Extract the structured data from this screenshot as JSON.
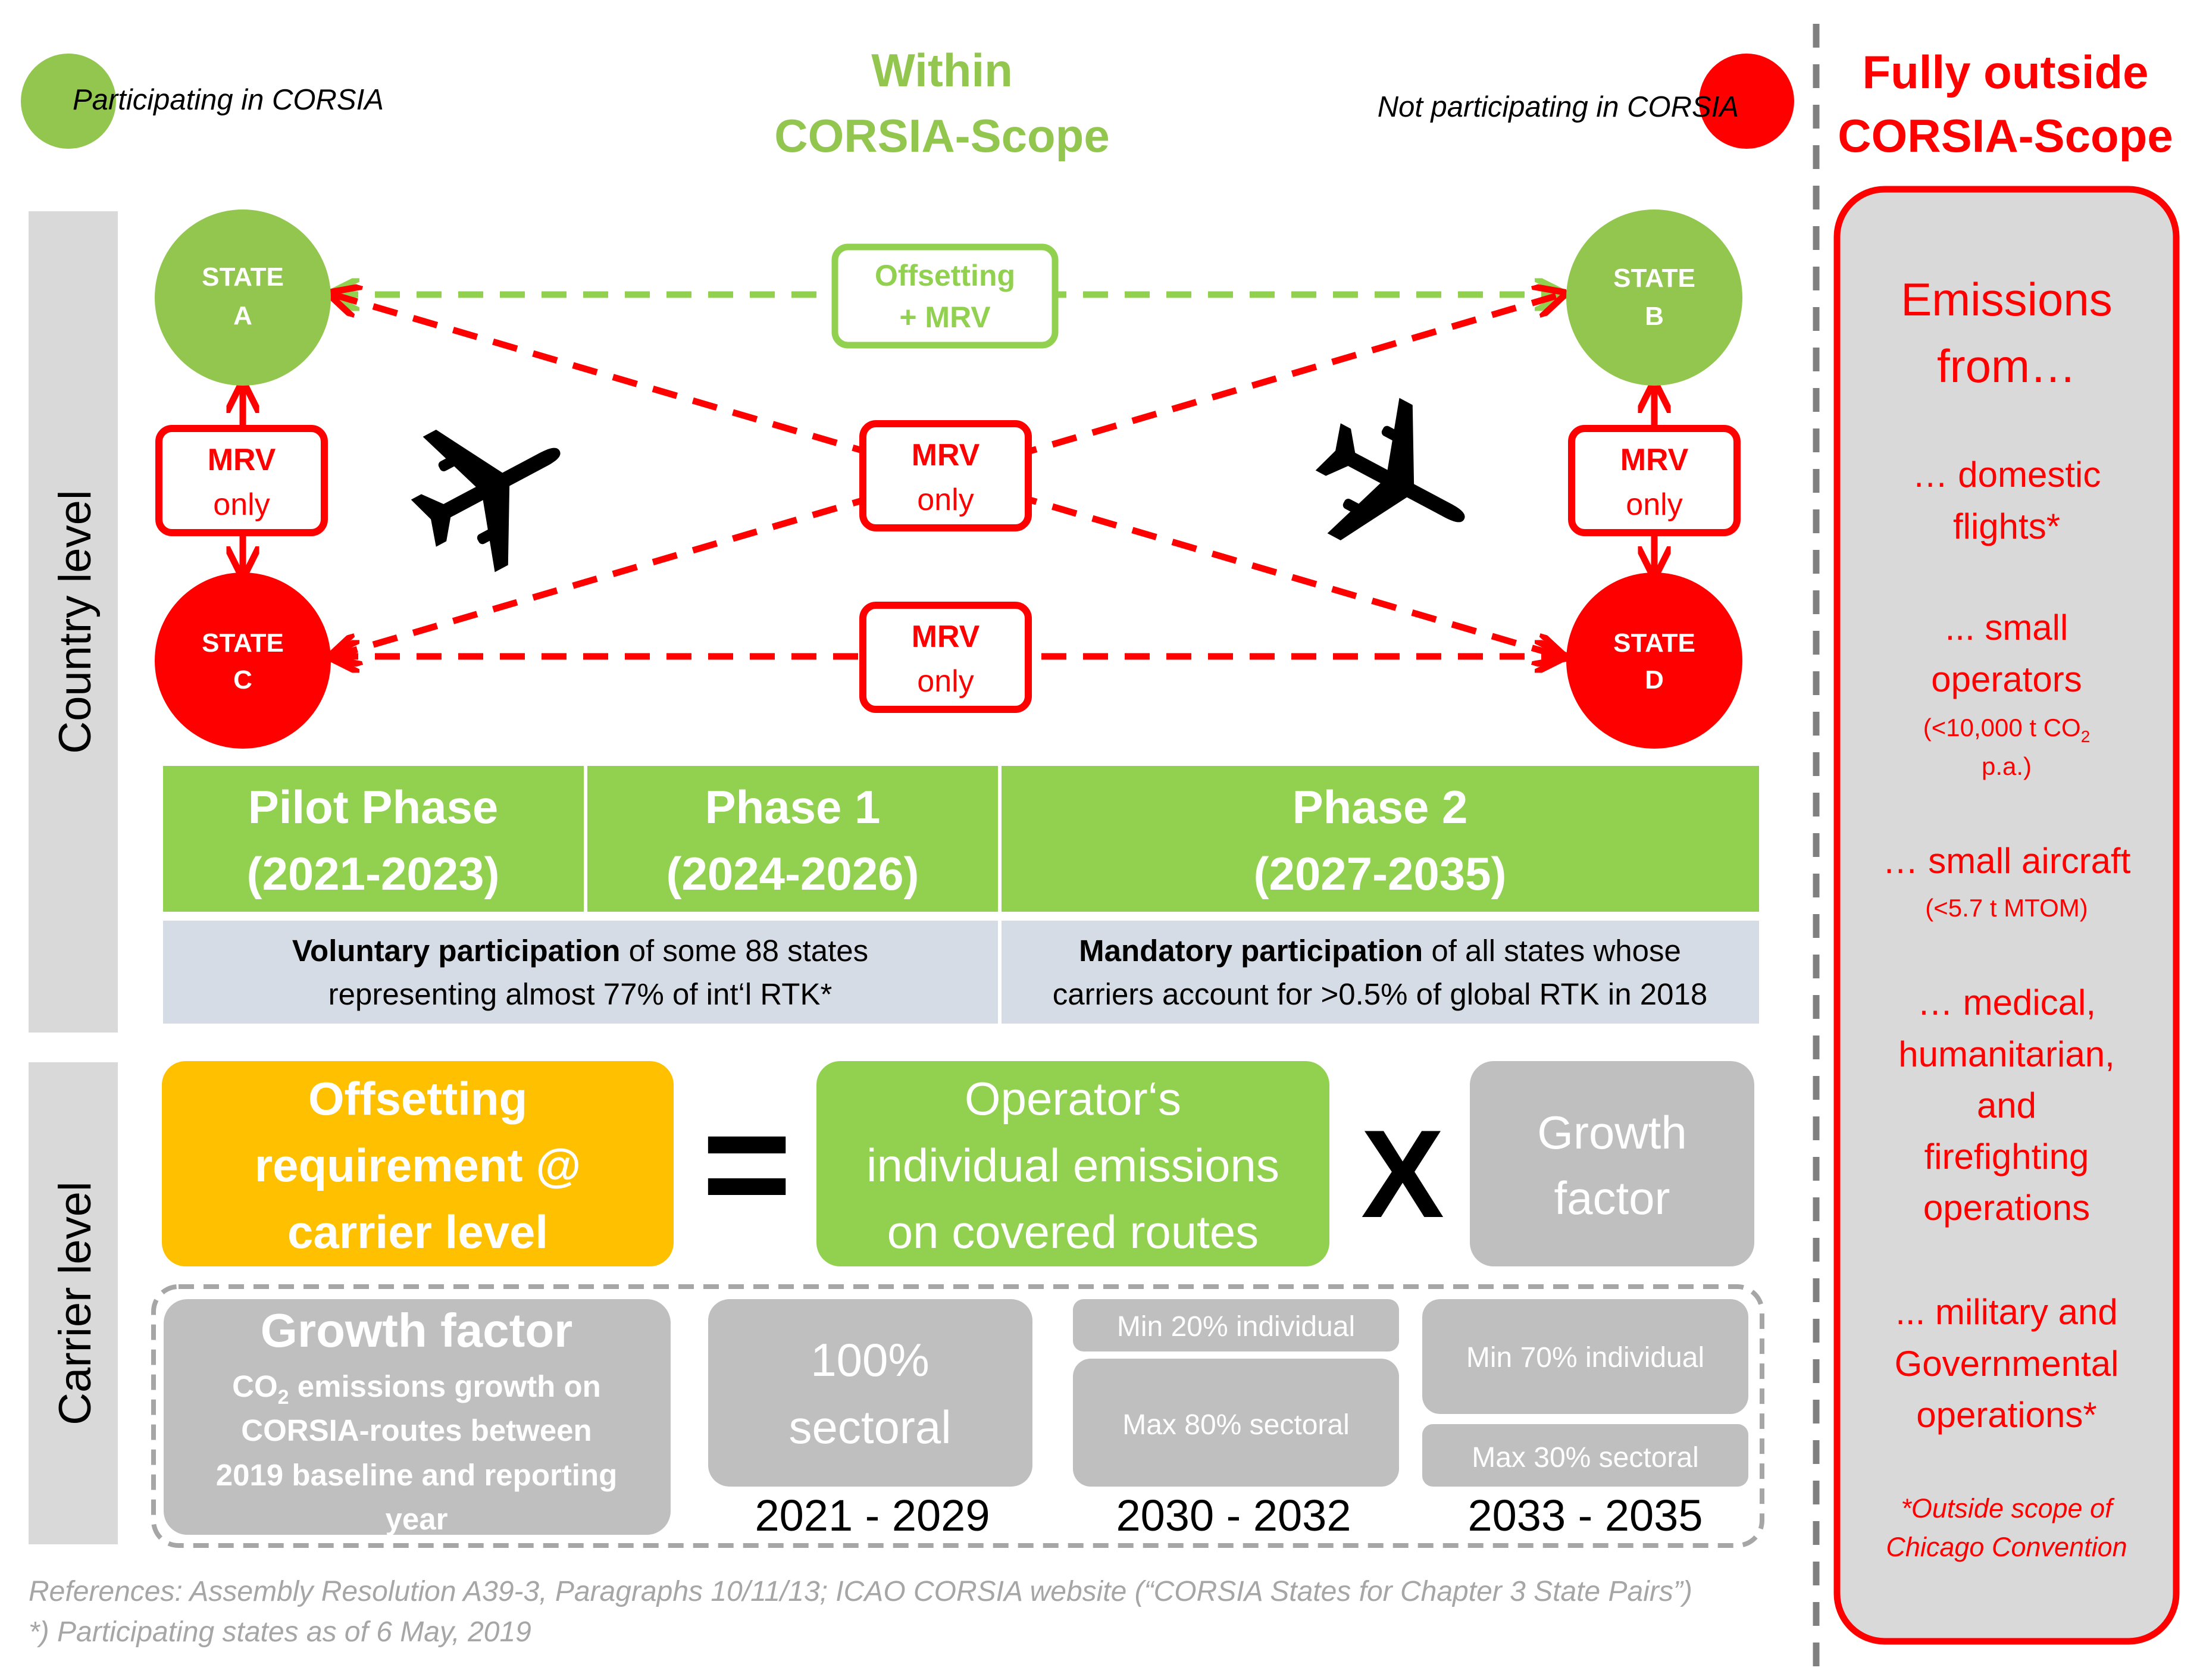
{
  "legend": {
    "participating_label": "Participating in CORSIA",
    "not_participating_label": "Not participating in CORSIA",
    "within_scope_line1": "Within",
    "within_scope_line2": "CORSIA-Scope",
    "outside_scope_line1": "Fully outside",
    "outside_scope_line2": "CORSIA-Scope"
  },
  "levels": {
    "country": "Country level",
    "carrier": "Carrier level"
  },
  "states": {
    "a": {
      "line1": "STATE",
      "line2": "A"
    },
    "b": {
      "line1": "STATE",
      "line2": "B"
    },
    "c": {
      "line1": "STATE",
      "line2": "C"
    },
    "d": {
      "line1": "STATE",
      "line2": "D"
    }
  },
  "route_labels": {
    "offsetting_line1": "Offsetting",
    "offsetting_line2": "+ MRV",
    "mrv": "MRV",
    "only": "only"
  },
  "phases": [
    {
      "name": "Pilot Phase",
      "years": "(2021-2023)"
    },
    {
      "name": "Phase 1",
      "years": "(2024-2026)"
    },
    {
      "name": "Phase 2",
      "years": "(2027-2035)"
    }
  ],
  "participation": {
    "voluntary_bold": "Voluntary participation",
    "voluntary_rest1": " of some 88 states",
    "voluntary_line2": "representing almost 77% of int‘l RTK*",
    "mandatory_bold": "Mandatory participation",
    "mandatory_rest1": " of all states whose",
    "mandatory_line2": "carriers account for >0.5% of global RTK in 2018"
  },
  "formula": {
    "req_line1": "Offsetting",
    "req_line2": "requirement @",
    "req_line3": "carrier level",
    "equals": "=",
    "emis_line1": "Operator‘s",
    "emis_line2": "individual emissions",
    "emis_line3": "on covered routes",
    "times": "X",
    "growth_line1": "Growth",
    "growth_line2": "factor"
  },
  "growth_factor": {
    "title": "Growth factor",
    "desc_line1_pre": "CO",
    "desc_line1_sub": "2",
    "desc_line1_post": " emissions growth on",
    "desc_line2": "CORSIA-routes between",
    "desc_line3": "2019 baseline and reporting",
    "desc_line4": "year",
    "p1_line1": "100%",
    "p1_line2": "sectoral",
    "p1_years": "2021 - 2029",
    "p2_individual": "Min 20% individual",
    "p2_sectoral": "Max 80% sectoral",
    "p2_years": "2030 - 2032",
    "p3_individual": "Min 70% individual",
    "p3_sectoral": "Max 30% sectoral",
    "p3_years": "2033 - 2035"
  },
  "outside": {
    "title_line1": "Emissions",
    "title_line2": "from…",
    "domestic_line1": "… domestic",
    "domestic_line2": "flights*",
    "small_ops_line1": "... small",
    "small_ops_line2": "operators",
    "small_ops_note_pre": "(<10,000 t CO",
    "small_ops_note_sub": "2",
    "small_ops_note_line2": "p.a.)",
    "small_aircraft_line1": "… small aircraft",
    "small_aircraft_note": "(<5.7 t MTOM)",
    "medical_line1": "… medical,",
    "medical_line2": "humanitarian,",
    "medical_line3": "and",
    "medical_line4": "firefighting",
    "medical_line5": "operations",
    "military_line1": "... military and",
    "military_line2": "Governmental",
    "military_line3": "operations*",
    "footnote_line1": "*Outside scope of",
    "footnote_line2": "Chicago Convention"
  },
  "references": {
    "line1": "References: Assembly Resolution A39-3, Paragraphs 10/11/13; ICAO CORSIA website (“CORSIA States for Chapter 3 State Pairs”)",
    "line2": "*) Participating states as of 6 May, 2019"
  },
  "colors": {
    "green": "#92c64f",
    "bright_green": "#92d050",
    "red": "#ff0000",
    "orange": "#ffc000",
    "grey": "#bfbfbf",
    "light_grey": "#d9d9d9",
    "blue_grey": "#d6dce5",
    "ref_grey": "#a6a6a6"
  }
}
